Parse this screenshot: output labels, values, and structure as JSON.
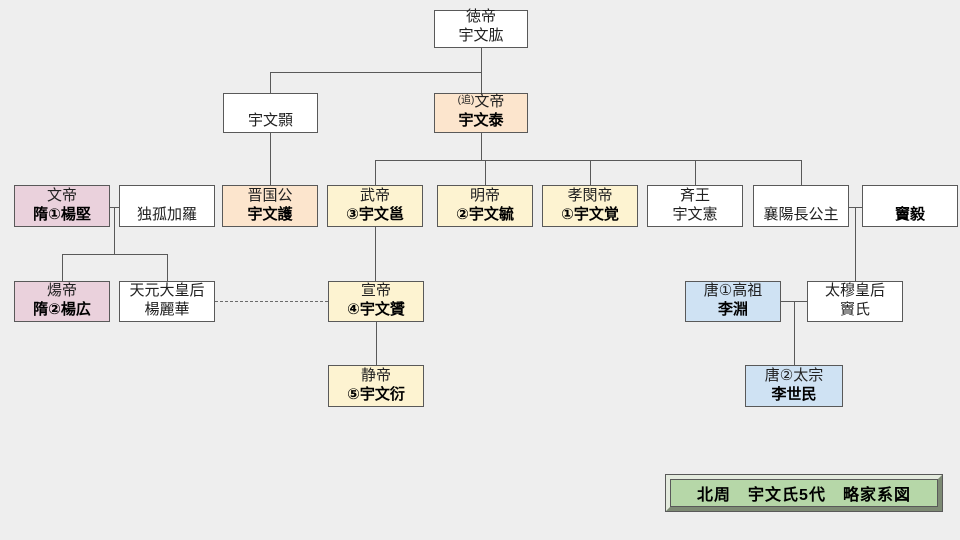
{
  "colors": {
    "background": "#eeeeee",
    "border": "#595959",
    "line": "#595959",
    "white": "#ffffff",
    "peach": "#fce5cd",
    "yellow": "#fdf3d1",
    "pink": "#ead1dc",
    "blue": "#cfe2f3",
    "green": "#b6d7a8",
    "bevel_light": "#e4ebde",
    "bevel_dark": "#7d8a74"
  },
  "title_box": {
    "label": "北周　宇文氏5代　略家系図"
  },
  "nodes": [
    {
      "line1": "徳帝",
      "line2": "宇文肱"
    },
    {
      "line1": "宇文顥"
    },
    {
      "line1_prefix": "(追)",
      "line1": "文帝",
      "line2": "宇文泰"
    },
    {
      "line1": "文帝",
      "line2": "隋①楊堅"
    },
    {
      "line1": "独孤加羅"
    },
    {
      "line1": "晋国公",
      "line2": "宇文護"
    },
    {
      "line1": "武帝",
      "line2": "③宇文邕"
    },
    {
      "line1": "明帝",
      "line2": "②宇文毓"
    },
    {
      "line1": "孝閔帝",
      "line2": "①宇文覚"
    },
    {
      "line1": "斉王",
      "line2": "宇文憲"
    },
    {
      "line1": "襄陽長公主"
    },
    {
      "line1": "竇毅"
    },
    {
      "line1": "煬帝",
      "line2": "隋②楊広"
    },
    {
      "line1": "天元大皇后",
      "line2": "楊麗華"
    },
    {
      "line1": "宣帝",
      "line2": "④宇文贇"
    },
    {
      "line1": "唐①高祖",
      "line2": "李淵"
    },
    {
      "line1": "太穆皇后",
      "line2": "竇氏"
    },
    {
      "line1": "静帝",
      "line2": "⑤宇文衍"
    },
    {
      "line1": "唐②太宗",
      "line2": "李世民"
    }
  ]
}
